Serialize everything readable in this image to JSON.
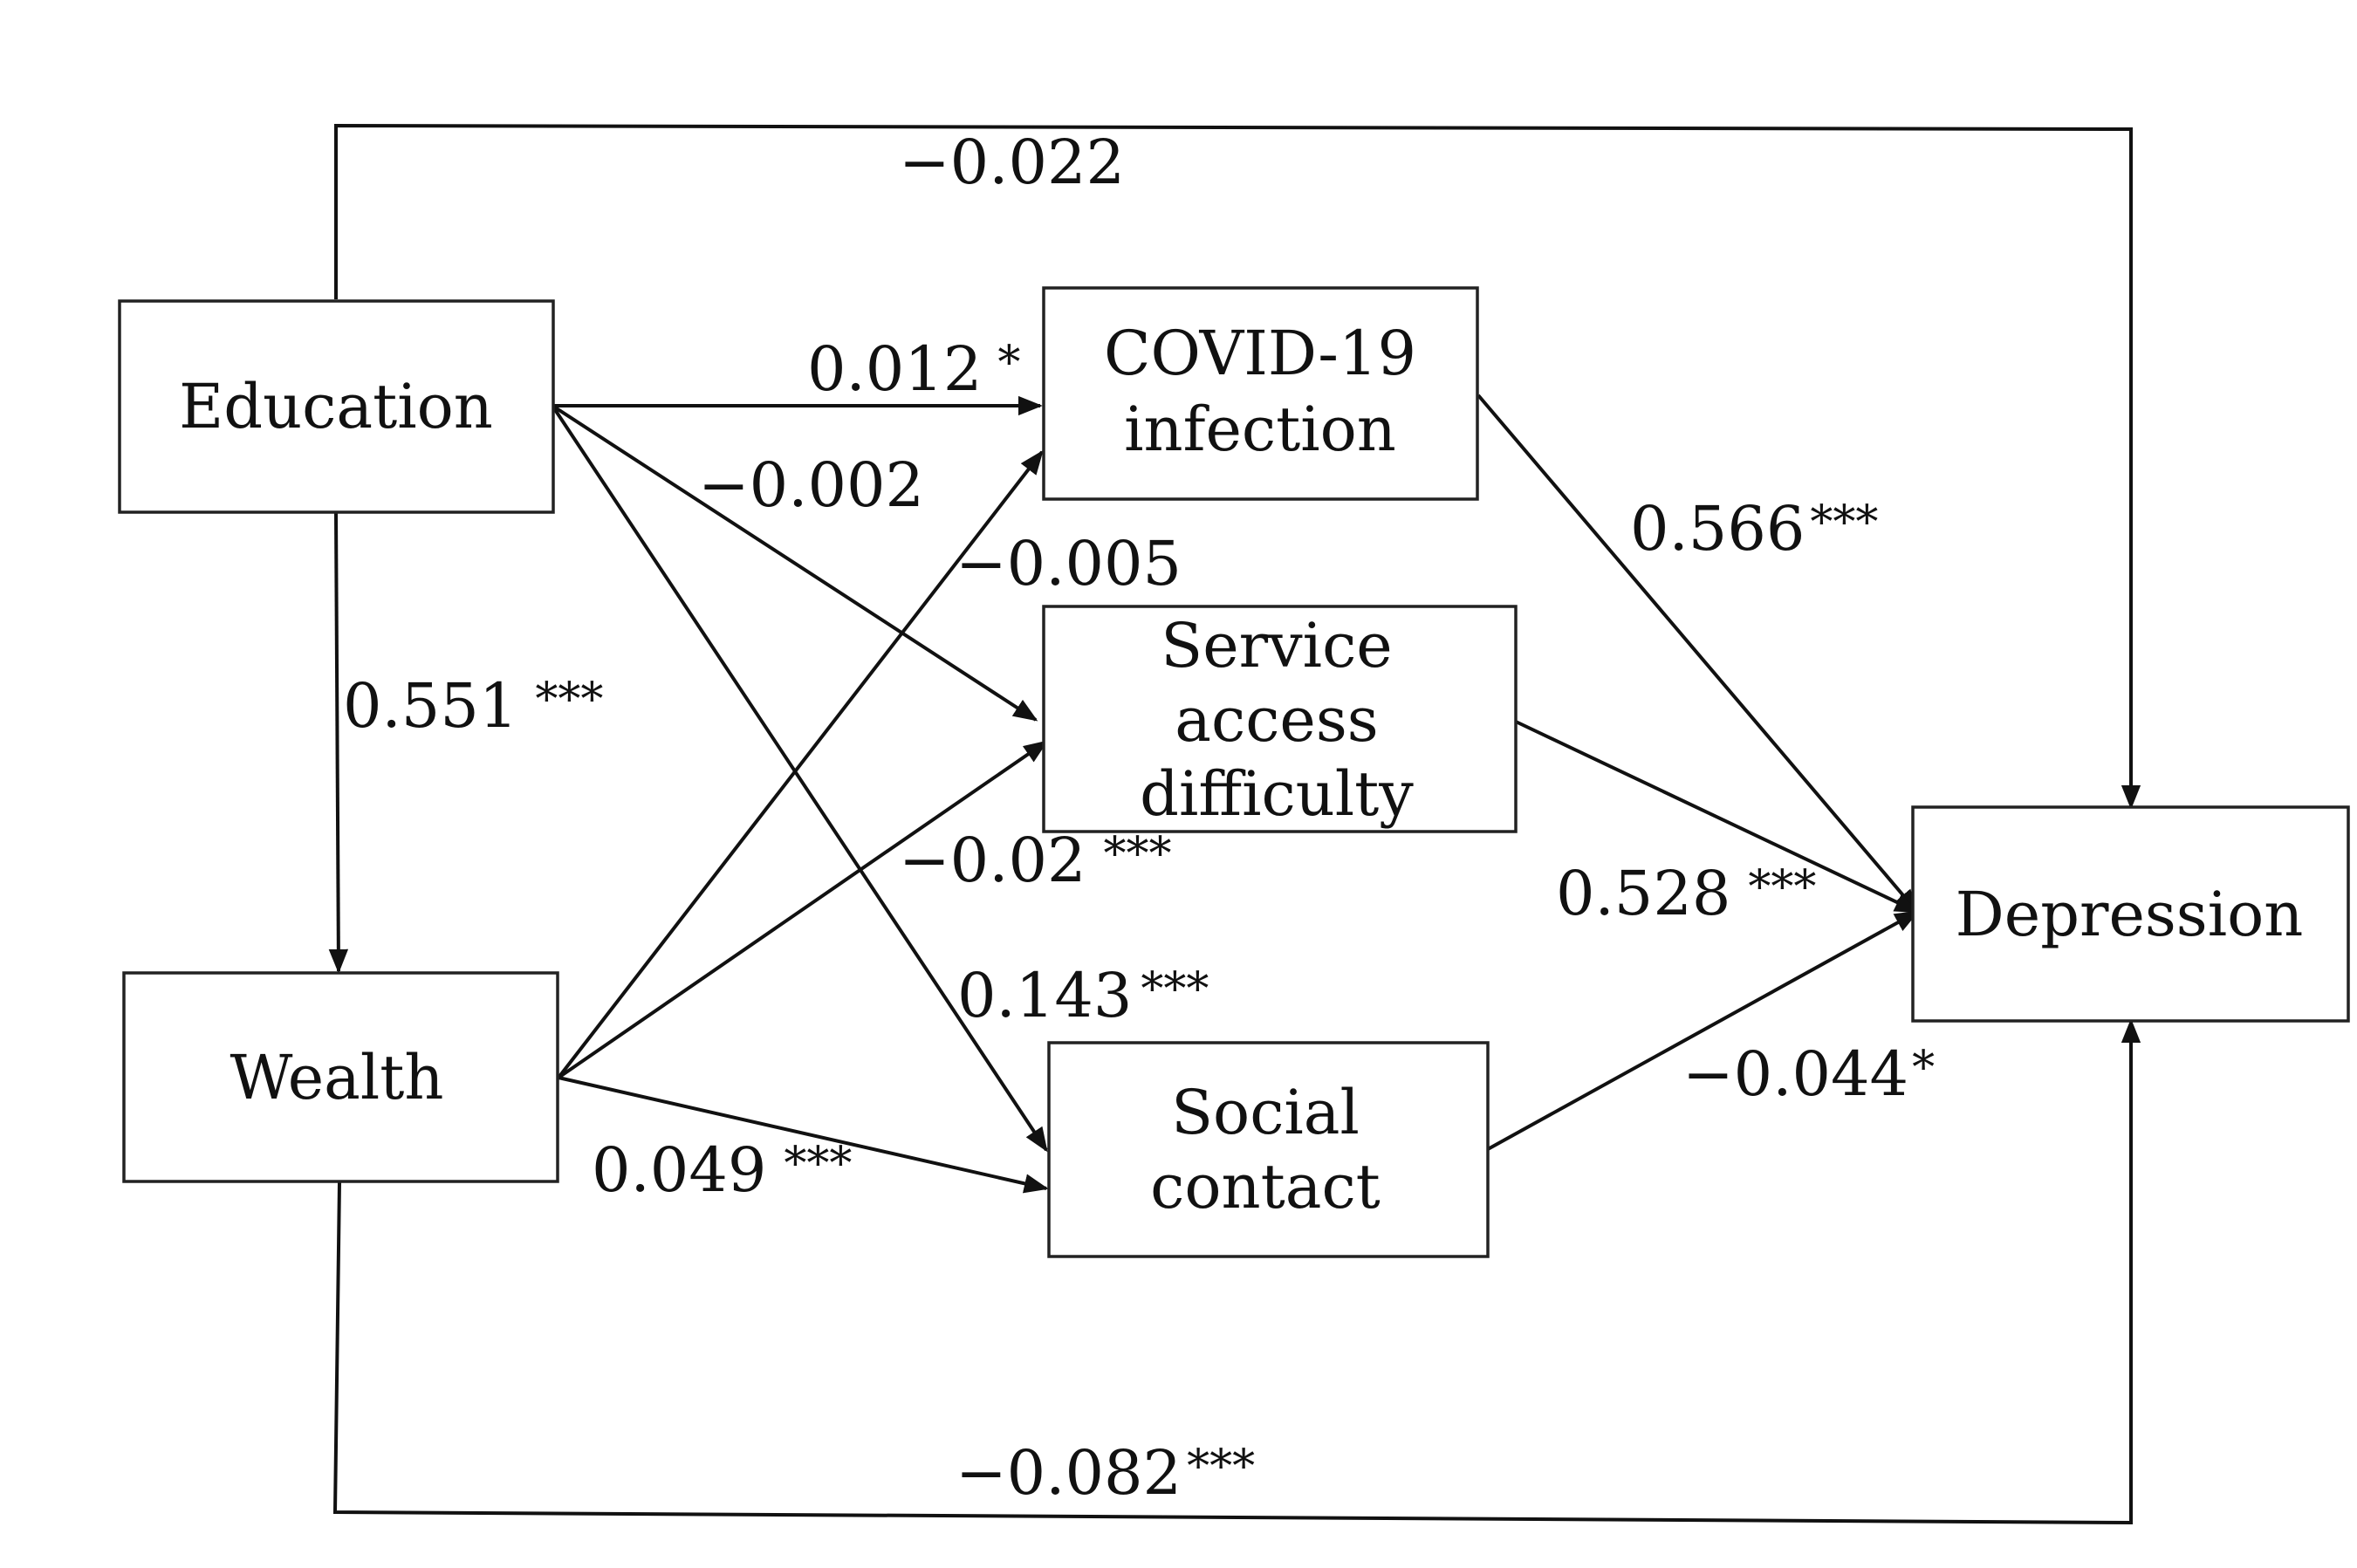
{
  "colors": {
    "stroke": "#111111",
    "box_border": "#222222",
    "background": "#ffffff"
  },
  "nodes": {
    "education": {
      "label": "Education"
    },
    "wealth": {
      "label": "Wealth"
    },
    "covid": {
      "line1": "COVID-19",
      "line2": "infection"
    },
    "service": {
      "line1": "Service",
      "line2": "access",
      "line3": "difficulty"
    },
    "social": {
      "line1": "Social",
      "line2": "contact"
    },
    "depression": {
      "label": "Depression"
    }
  },
  "edges": {
    "edu_dep": {
      "value": "−0.022",
      "stars": ""
    },
    "edu_covid": {
      "value": "0.012",
      "stars": "*"
    },
    "edu_service": {
      "value": "−0.002",
      "stars": ""
    },
    "wealth_covid": {
      "value": "−0.005",
      "stars": ""
    },
    "edu_wealth": {
      "value": "0.551",
      "stars": "***"
    },
    "wealth_service": {
      "value": "−0.02",
      "stars": "***"
    },
    "edu_social": {
      "value": "0.143",
      "stars": "***"
    },
    "wealth_social": {
      "value": "0.049",
      "stars": "***"
    },
    "covid_dep": {
      "value": "0.566",
      "stars": "***"
    },
    "service_dep": {
      "value": "0.528",
      "stars": "***"
    },
    "social_dep": {
      "value": "−0.044",
      "stars": "*"
    },
    "wealth_dep": {
      "value": "−0.082",
      "stars": "***"
    }
  }
}
